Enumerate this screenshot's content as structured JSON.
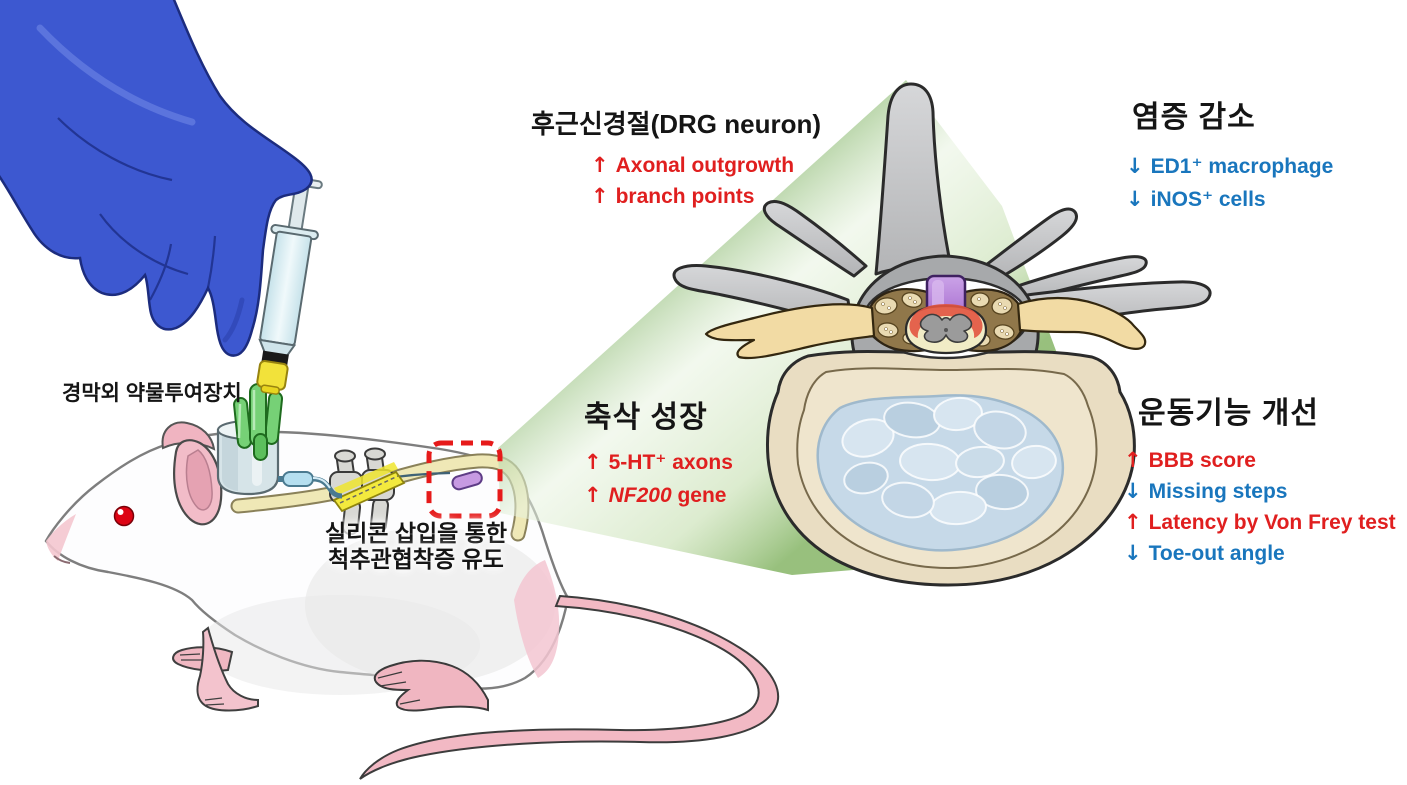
{
  "colors": {
    "up_red": "#e01f1f",
    "down_blue": "#1976bd",
    "title_black": "#151515",
    "beam_green": "#79ae5d",
    "glove_blue": "#3d58d0",
    "implant_purple": "#b27ad8",
    "roi_red": "#e61a1a"
  },
  "labels": {
    "device_port": "경막외 약물투여장치",
    "silicone_line1": "실리콘 삽입을 통한",
    "silicone_line2": "척추관협착증 유도"
  },
  "drg": {
    "title": "후근신경절(DRG neuron)",
    "items": [
      {
        "arrow": "↑",
        "text": "Axonal outgrowth",
        "color": "red"
      },
      {
        "arrow": "↑",
        "text": "branch points",
        "color": "red"
      }
    ]
  },
  "inflammation": {
    "title": "염증 감소",
    "items": [
      {
        "arrow": "↓",
        "text": "ED1⁺ macrophage",
        "color": "blue"
      },
      {
        "arrow": "↓",
        "text": "iNOS⁺ cells",
        "color": "blue"
      }
    ]
  },
  "axon": {
    "title": "축삭 성장",
    "items": [
      {
        "arrow": "↑",
        "text": "5-HT⁺ axons",
        "color": "red"
      },
      {
        "arrow": "↑",
        "italic": "NF200",
        "text": " gene",
        "color": "red"
      }
    ]
  },
  "motor": {
    "title": "운동기능 개선",
    "items": [
      {
        "arrow": "↑",
        "text": "BBB score",
        "color": "red"
      },
      {
        "arrow": "↓",
        "text": "Missing steps",
        "color": "blue"
      },
      {
        "arrow": "↑",
        "text": "Latency by Von Frey test",
        "color": "red"
      },
      {
        "arrow": "↓",
        "text": "Toe-out angle",
        "color": "blue"
      }
    ]
  },
  "illustration_parts": [
    "gloved-hand",
    "syringe",
    "injection-port",
    "rat",
    "spine-catheter",
    "silicone-implant",
    "roi-dashed-box",
    "magnifier-beam",
    "vertebra-cross-section"
  ]
}
